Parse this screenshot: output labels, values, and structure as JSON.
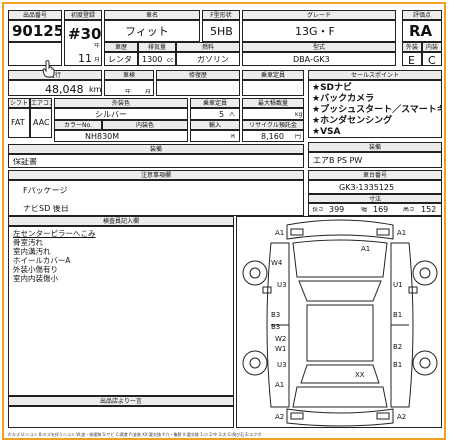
{
  "header": {
    "lot_label": "出品番号",
    "lot_no": "90125",
    "reg_label": "初度登録",
    "year": "#30",
    "year_unit": "年",
    "month": "11",
    "month_unit": "月",
    "name_label": "車名",
    "name": "フィット",
    "shape_label": "F型形状",
    "shape": "5HB",
    "grade_label": "グレード",
    "grade": "13G・F",
    "score_label": "評価点",
    "score": "RA",
    "use_label": "車歴",
    "use": "レンタ",
    "cc_label": "排気量",
    "cc": "1300",
    "cc_unit": "cc",
    "fuel_label": "燃料",
    "fuel": "ガソリン",
    "model_label": "型式",
    "model": "DBA-GK3",
    "int_label": "外装",
    "ext_label": "内装",
    "int_grade": "E",
    "ext_grade": "C"
  },
  "row2": {
    "mileage_label": "走行",
    "mileage": "48,048",
    "mileage_unit": "km",
    "shaken_label": "車検",
    "shaken_year": "年",
    "shaken_month": "月",
    "repair_label": "修復歴",
    "doors_label": "乗車定員",
    "cap_label": "最大積載量",
    "cap_unit": "kg",
    "seats_unit": "人"
  },
  "row3": {
    "shift_label": "シフト",
    "ac_label": "エアコン",
    "shift": "FAT",
    "ac": "AAC",
    "color_label": "外装色",
    "color": "シルバー",
    "int_color_label": "内装色",
    "colorno_label": "カラーNo.",
    "colorno": "NH830M",
    "seats": "5",
    "seats_label": "乗車定員",
    "import_label": "輸入",
    "import_unit": "R",
    "recycle_label": "リサイクル預託金",
    "recycle": "8,160",
    "recycle_unit": "円"
  },
  "sales": {
    "title": "セールスポイント",
    "points": [
      "★SDナビ",
      "★バックカメラ",
      "★プッシュスタート／スマートキー",
      "★ホンダセンシング",
      "★VSA"
    ]
  },
  "equipment": {
    "title": "装備",
    "items": "エアB PS PW",
    "doc_label": "保証書"
  },
  "notes": {
    "title": "注意事項欄",
    "lines": [
      "Fパッケージ",
      "",
      "ナビSD 後日"
    ]
  },
  "chassis": {
    "title": "車台番号",
    "value": "GK3-1335125",
    "size_title": "寸法",
    "len_label": "長さ",
    "len": "399",
    "wid_label": "幅",
    "wid": "169",
    "hei_label": "高さ",
    "hei": "152"
  },
  "inspection": {
    "title": "検査員記入欄",
    "items": [
      "左センターピラーへこみ",
      "骨室汚れ",
      "室内溝汚れ",
      "ホイールカバーA",
      "外装小傷有り",
      "室内内装傷小"
    ]
  },
  "exhibitor": {
    "title": "出品店より一言"
  },
  "diagram": {
    "marks": [
      "A1",
      "A1",
      "W4",
      "A1",
      "U3",
      "U1",
      "B3",
      "B1",
      "B3",
      "W2",
      "W1",
      "U3",
      "B1",
      "B2",
      "XX",
      "A1",
      "A2",
      "A2"
    ]
  },
  "footnote": "A:キズ U:ヘコミ B:キズを伴うヘコミ W:波・修理跡 S:サビ C:腐食 P:塗装 XX:要交換 Y:穴・亀裂 X:要交換 1:小 2:中 3:大 G:飛び石 E:エクボ"
}
